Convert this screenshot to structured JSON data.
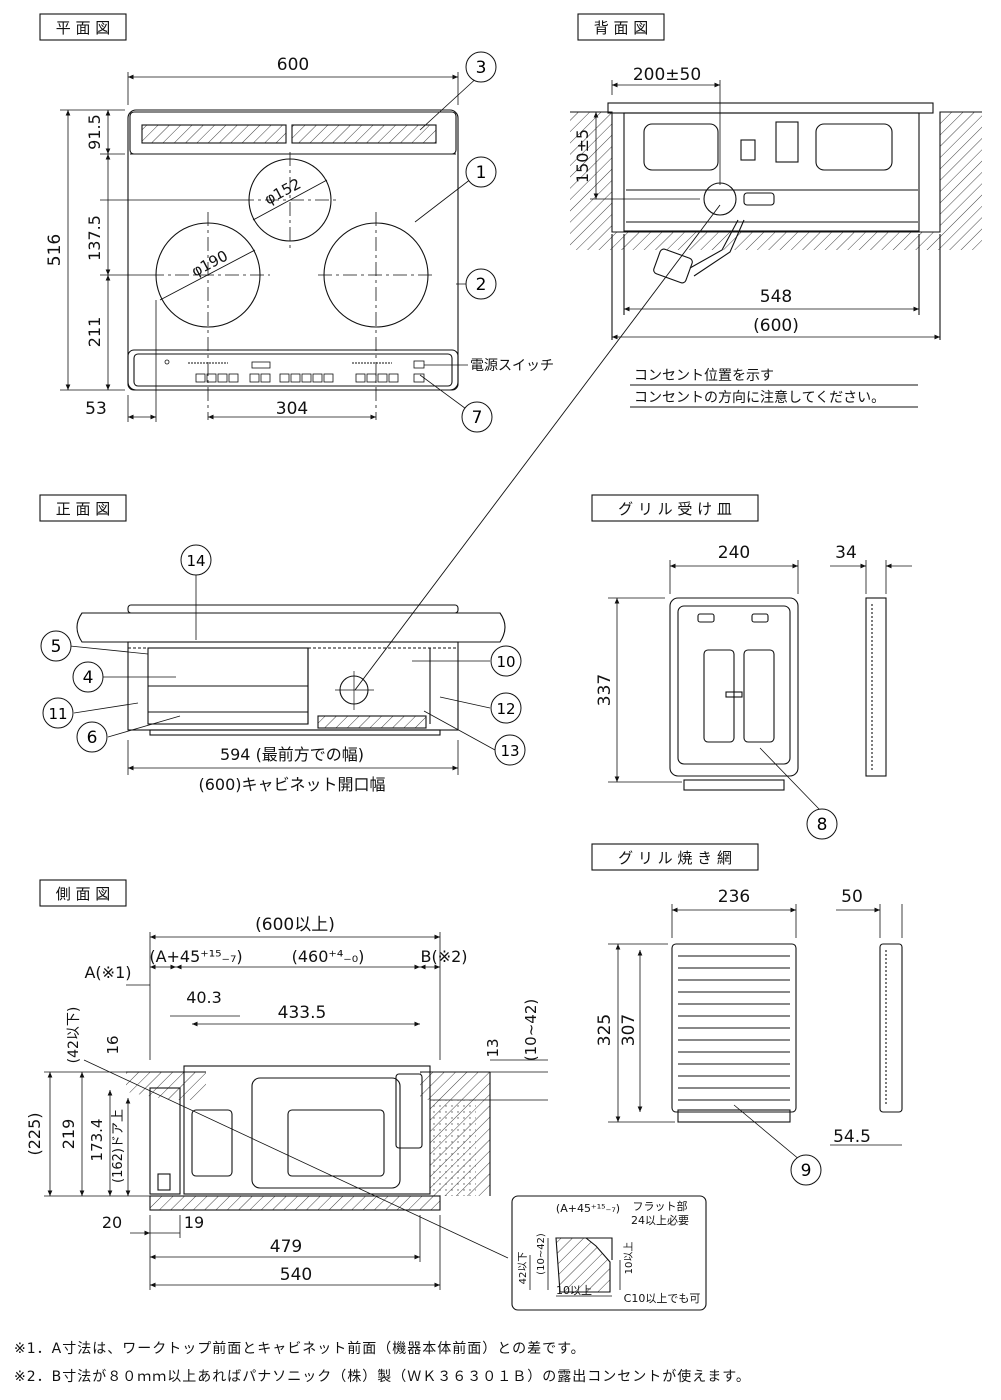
{
  "views": {
    "plan": "平 面 図",
    "back": "背 面 図",
    "front": "正 面 図",
    "side": "側 面 図",
    "tray": "グ リ ル 受 け 皿",
    "grate": "グ リ ル 焼 き 網"
  },
  "plan_dims": {
    "width": "600",
    "depth": "516",
    "d1": "91.5",
    "d2": "137.5",
    "d3": "211",
    "left": "53",
    "pitch": "304",
    "dia_small": "φ152",
    "dia_large": "φ190"
  },
  "power_switch": "電源スイッチ",
  "back_dims": {
    "top": "200±50",
    "h": "150±5",
    "w": "548",
    "paren": "(600)"
  },
  "outlet_notes": [
    "コンセント位置を示す",
    "コンセントの方向に注意してください。"
  ],
  "front_dims": {
    "w": "594 (最前方での幅)",
    "cab": "(600)キャビネット開口幅"
  },
  "tray_dims": {
    "w": "240",
    "d": "337",
    "t": "34"
  },
  "grate_dims": {
    "w": "236",
    "d1": "325",
    "d2": "307",
    "t": "50",
    "t2": "54.5"
  },
  "side_dims": {
    "total": "(600以上)",
    "a_plus": "(A+45⁺¹⁵₋₇)",
    "mid": "(460⁺⁴₋₀)",
    "a": "A(※1)",
    "b": "B(※2)",
    "d403": "40.3",
    "d4335": "433.5",
    "v42": "(42以下)",
    "v16": "16",
    "v13": "13",
    "v1042": "(10~42)",
    "v225": "(225)",
    "v219": "219",
    "v1734": "173.4",
    "v162": "(162)ドア上",
    "h20": "20",
    "h19": "19",
    "h479": "479",
    "h540": "540"
  },
  "detail": {
    "a": "(A+45⁺¹⁵₋₇)",
    "flat": "フラット部",
    "flat2": "24以上必要",
    "v1042": "(10~42)",
    "v42": "42以下",
    "v10": "10以上",
    "h10": "10以上",
    "c10": "C10以上でも可"
  },
  "callouts": [
    "1",
    "2",
    "3",
    "4",
    "5",
    "6",
    "7",
    "8",
    "9",
    "10",
    "11",
    "12",
    "13",
    "14"
  ],
  "footnotes": [
    "※1．A寸法は、ワークトップ前面とキャビネット前面（機器本体前面）との差です。",
    "※2．B寸法が８０ｍｍ以上あればパナソニック（株）製（ＷＫ３６３０１Ｂ）の露出コンセントが使えます。"
  ]
}
